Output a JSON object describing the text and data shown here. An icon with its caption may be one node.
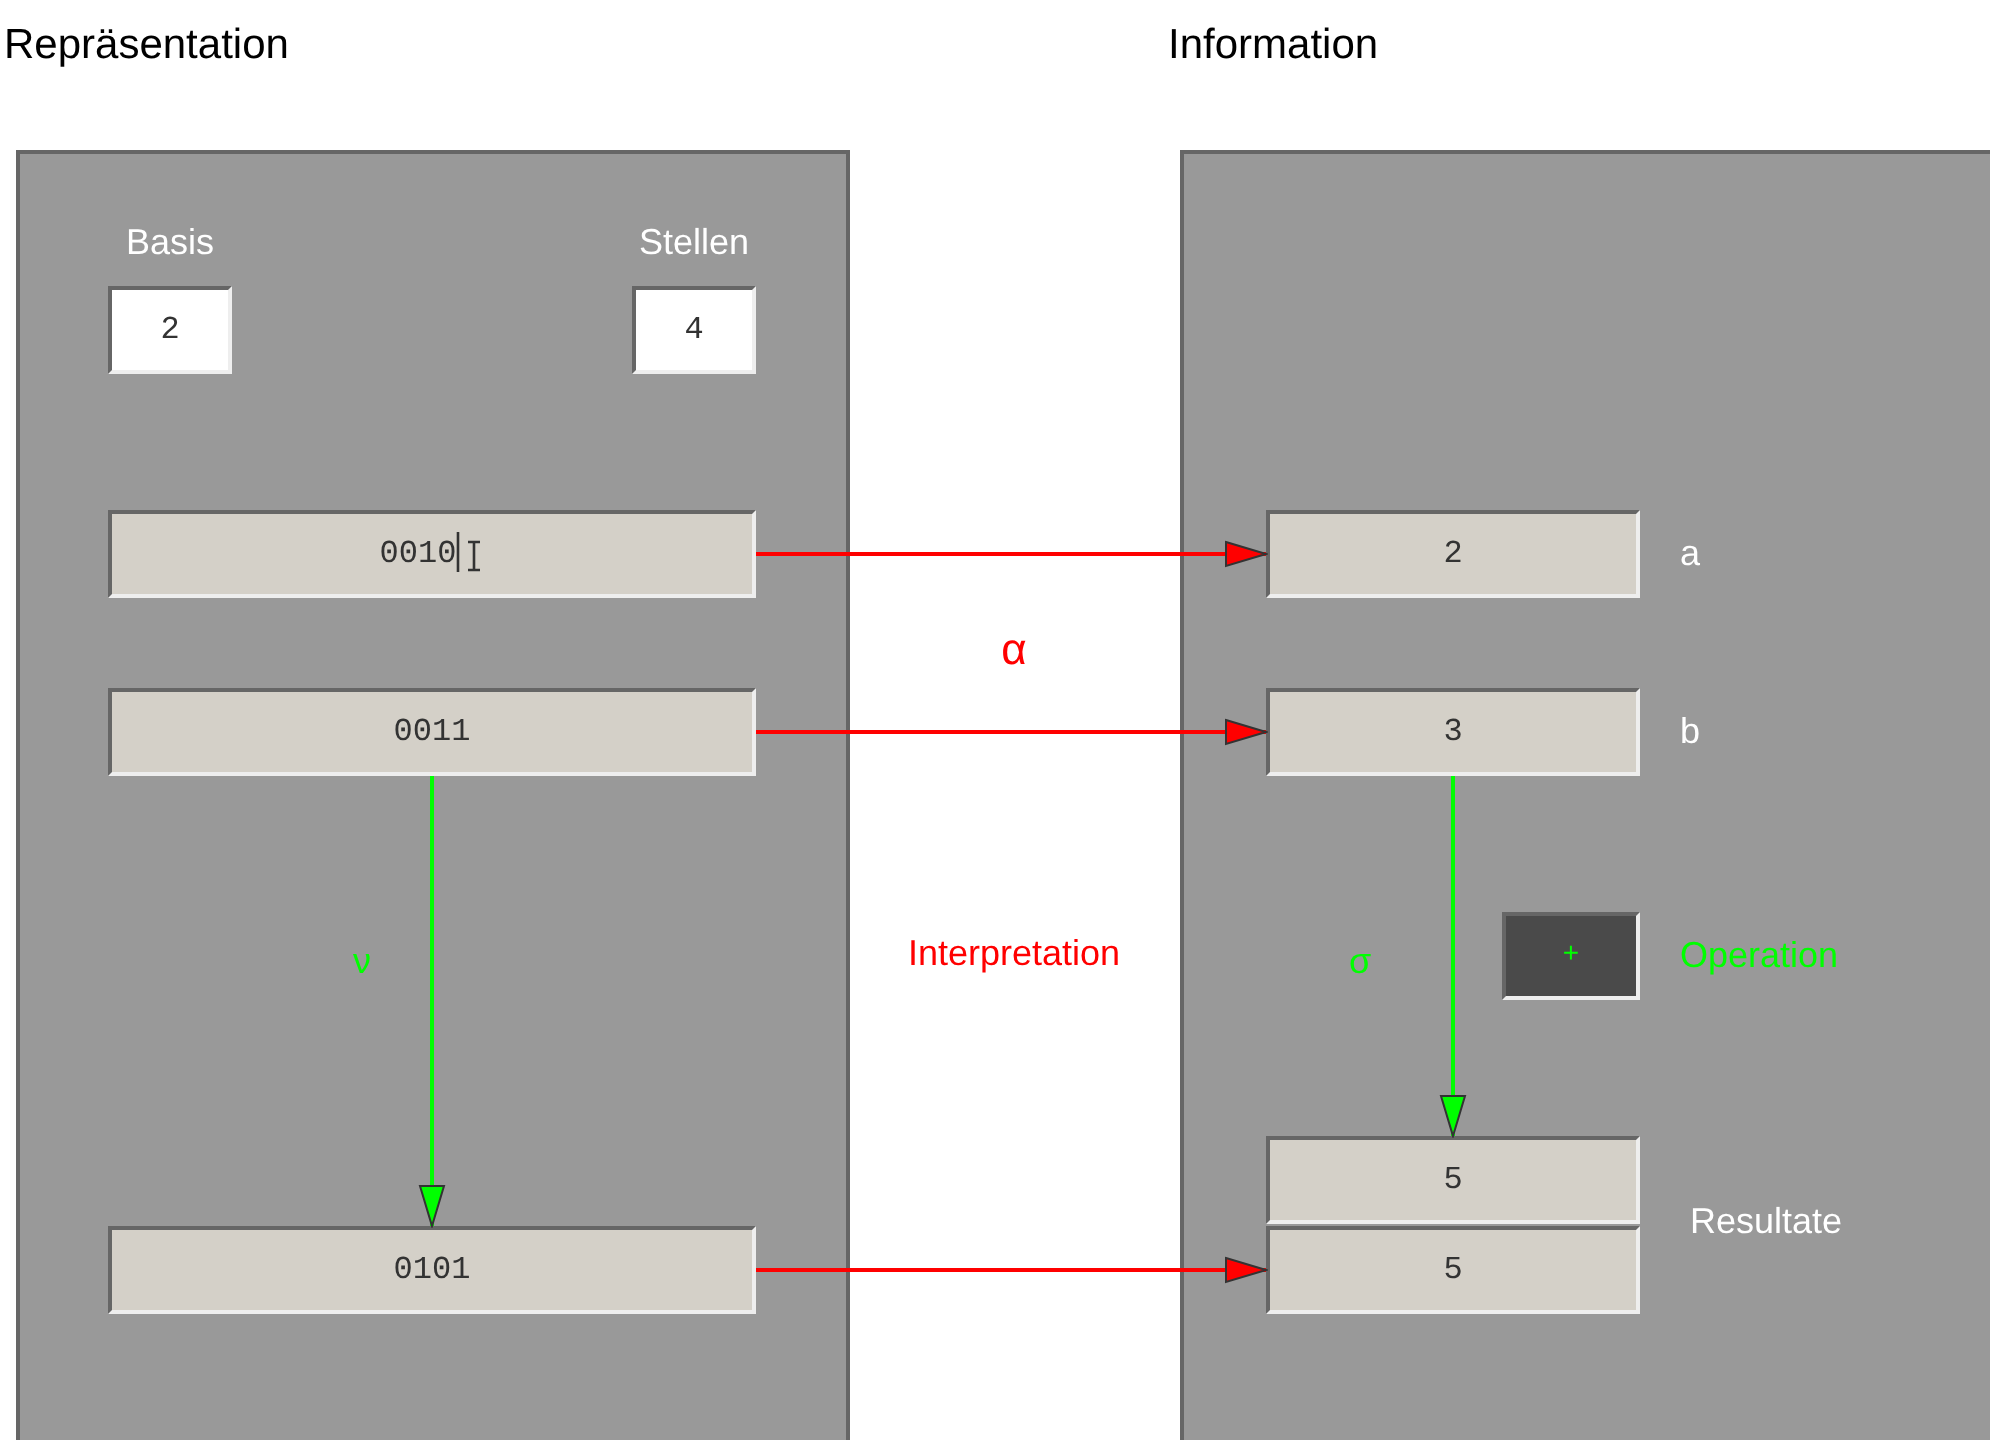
{
  "diagram": {
    "nodes": [
      {
        "text": [
          "Repräsentation"
        ]
      },
      {
        "text": [
          "Basis",
          "2"
        ],
        "in": 0
      },
      {
        "text": [
          "Stellen",
          "4"
        ],
        "in": 0
      },
      {
        "text": [
          "0010"
        ],
        "in": 0
      },
      {
        "text": [
          "0011"
        ],
        "in": 0
      },
      {
        "text": [
          "0101"
        ],
        "in": 0
      },
      {
        "text": [
          "Information"
        ]
      },
      {
        "text": [
          "2"
        ],
        "in": 6,
        "beside": [
          "a"
        ]
      },
      {
        "text": [
          "3"
        ],
        "in": 6,
        "beside": [
          "b"
        ]
      },
      {
        "text": [
          "+"
        ],
        "in": 6,
        "beside": [
          "Operation"
        ]
      },
      {
        "text": [
          "5"
        ],
        "in": 6
      },
      {
        "text": [
          "5"
        ],
        "in": 6
      }
    ],
    "edges": [
      {
        "from": 3,
        "to": 7,
        "arrow": "to"
      },
      {
        "from": 4,
        "to": 8,
        "arrow": "to"
      },
      {
        "from": 5,
        "to": 11,
        "arrow": "to"
      },
      {
        "from": 4,
        "to": 5,
        "arrow": "to",
        "label": "ν",
        "color": "#00ff00"
      },
      {
        "from": 8,
        "to": 10,
        "arrow": "to",
        "label": "σ",
        "color": "#00ff00"
      }
    ],
    "labels": [
      "α",
      "Interpretation",
      "Resultate"
    ]
  }
}
